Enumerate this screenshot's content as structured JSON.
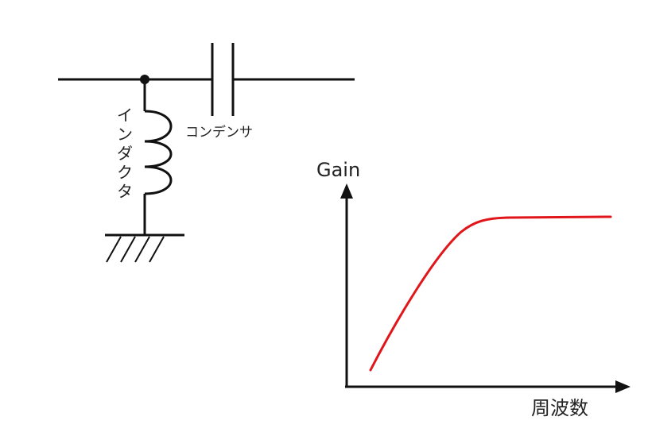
{
  "circuit": {
    "capacitor_label": "コンデンサ",
    "inductor_label": [
      "イ",
      "ン",
      "ダ",
      "ク",
      "タ"
    ]
  },
  "graph": {
    "y_axis_label": "Gain",
    "x_axis_label": "周波数",
    "curve_color": "#e0161b",
    "line_color": "#111111"
  }
}
